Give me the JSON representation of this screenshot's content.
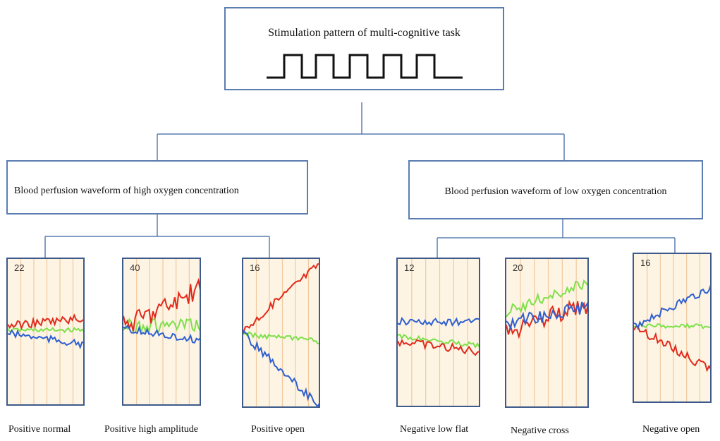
{
  "root": {
    "title": "Stimulation pattern of multi-cognitive task"
  },
  "branches": [
    {
      "label": "Blood perfusion waveform of high oxygen concentration",
      "panels": [
        {
          "count": "22",
          "caption": "Positive normal"
        },
        {
          "count": "40",
          "caption": "Positive high amplitude"
        },
        {
          "count": "16",
          "caption": "Positive open"
        }
      ]
    },
    {
      "label": "Blood perfusion waveform of low oxygen concentration",
      "panels": [
        {
          "count": "12",
          "caption": "Negative low flat"
        },
        {
          "count": "20",
          "caption": "Negative cross"
        },
        {
          "count": "16",
          "caption": "Negative open"
        }
      ]
    }
  ],
  "colors": {
    "box_border": "#5b7db1",
    "connector": "#5b7db1",
    "panel_bg": "#fdf4e3",
    "grid_line": "#f2c9a0",
    "trace_red": "#e02a1c",
    "trace_green": "#7ee04a",
    "trace_blue": "#2f5fd0"
  }
}
